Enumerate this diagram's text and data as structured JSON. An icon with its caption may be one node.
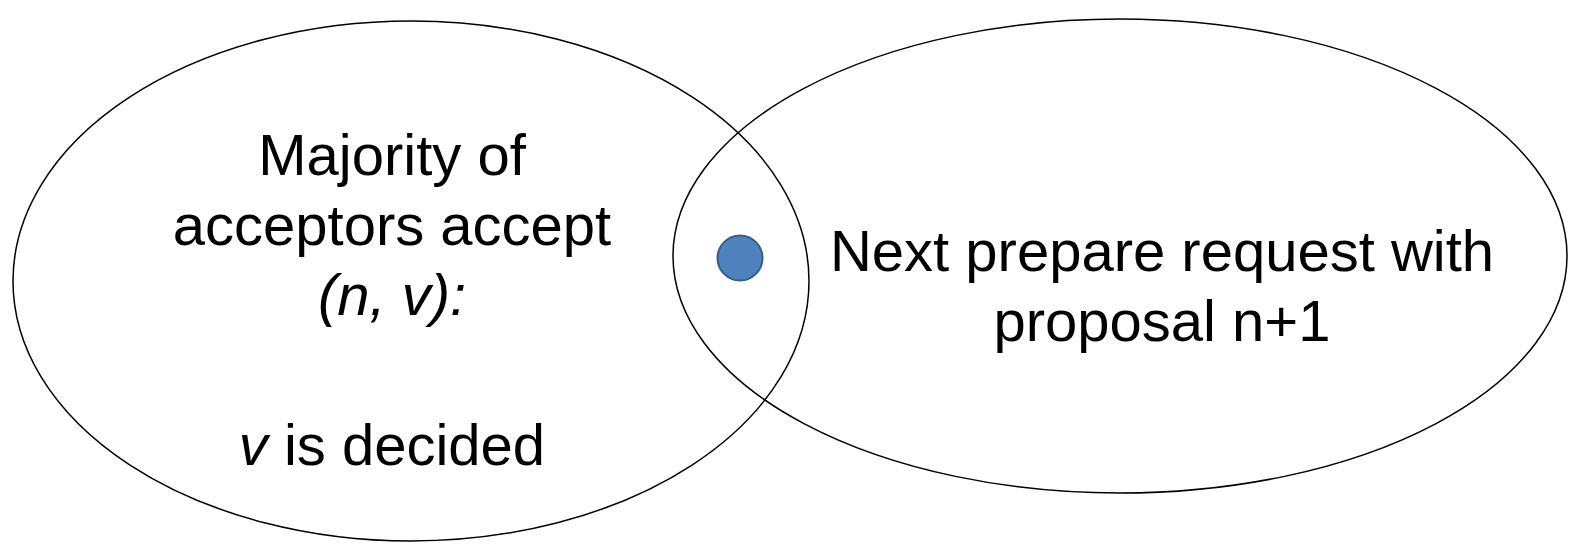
{
  "diagram": {
    "nodes": [
      {
        "text": [
          "Majority of acceptors accept *(n, v):*",
          "*v* is decided"
        ]
      },
      {
        "text": [
          "Next prepare request with proposal n+1"
        ]
      },
      {
        "text": [],
        "shape": "circle"
      }
    ]
  }
}
